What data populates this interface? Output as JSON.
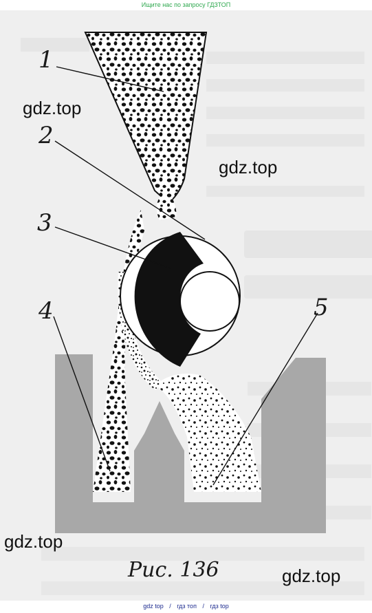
{
  "header": {
    "banner_text": "Ищите нас по запросу ГДЗТОП"
  },
  "figure": {
    "caption": "Рис. 136",
    "callouts": [
      "1",
      "2",
      "3",
      "4",
      "5"
    ]
  },
  "watermarks": [
    "gdz.top",
    "gdz.top",
    "gdz.top",
    "gdz.top"
  ],
  "footer": {
    "links": [
      "gdz top",
      "/",
      "гдз топ",
      "/",
      "гдз top"
    ]
  },
  "colors": {
    "hopper_fill": "#ffffff",
    "material": "#111111",
    "separator_bars": "#a8a8a8",
    "magnet": "#111111",
    "banner_green": "#2fa84f",
    "footer_blue": "#1d2b8f"
  }
}
